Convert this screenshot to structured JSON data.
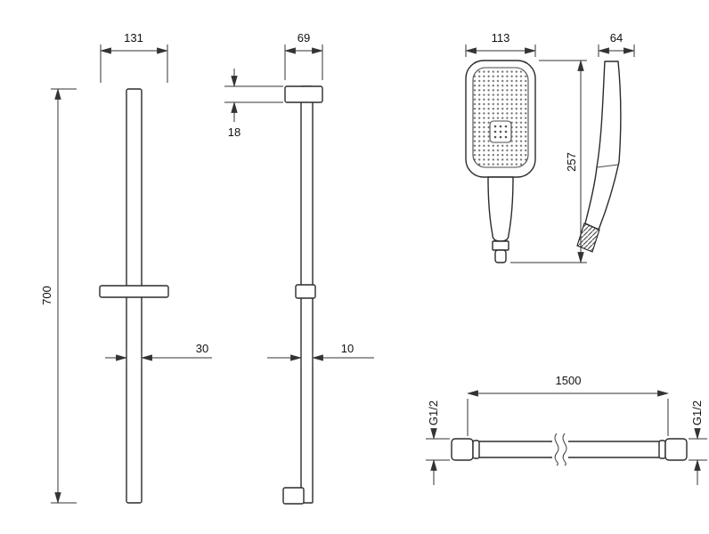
{
  "colors": {
    "background": "#ffffff",
    "line": "#2b2b2b",
    "dimension_line": "#333333",
    "text": "#111111",
    "spray_face_dots": "#6e6e6e"
  },
  "dims": {
    "rail_front": {
      "width": "131",
      "height": "700",
      "bar_width": "30"
    },
    "rail_side": {
      "depth": "69",
      "bracket_height": "18",
      "bar_depth": "10"
    },
    "handshower_front": {
      "width": "113",
      "height": "257"
    },
    "handshower_side": {
      "depth": "64"
    },
    "hose": {
      "length": "1500",
      "thread_left": "G1/2",
      "thread_right": "G1/2"
    }
  }
}
